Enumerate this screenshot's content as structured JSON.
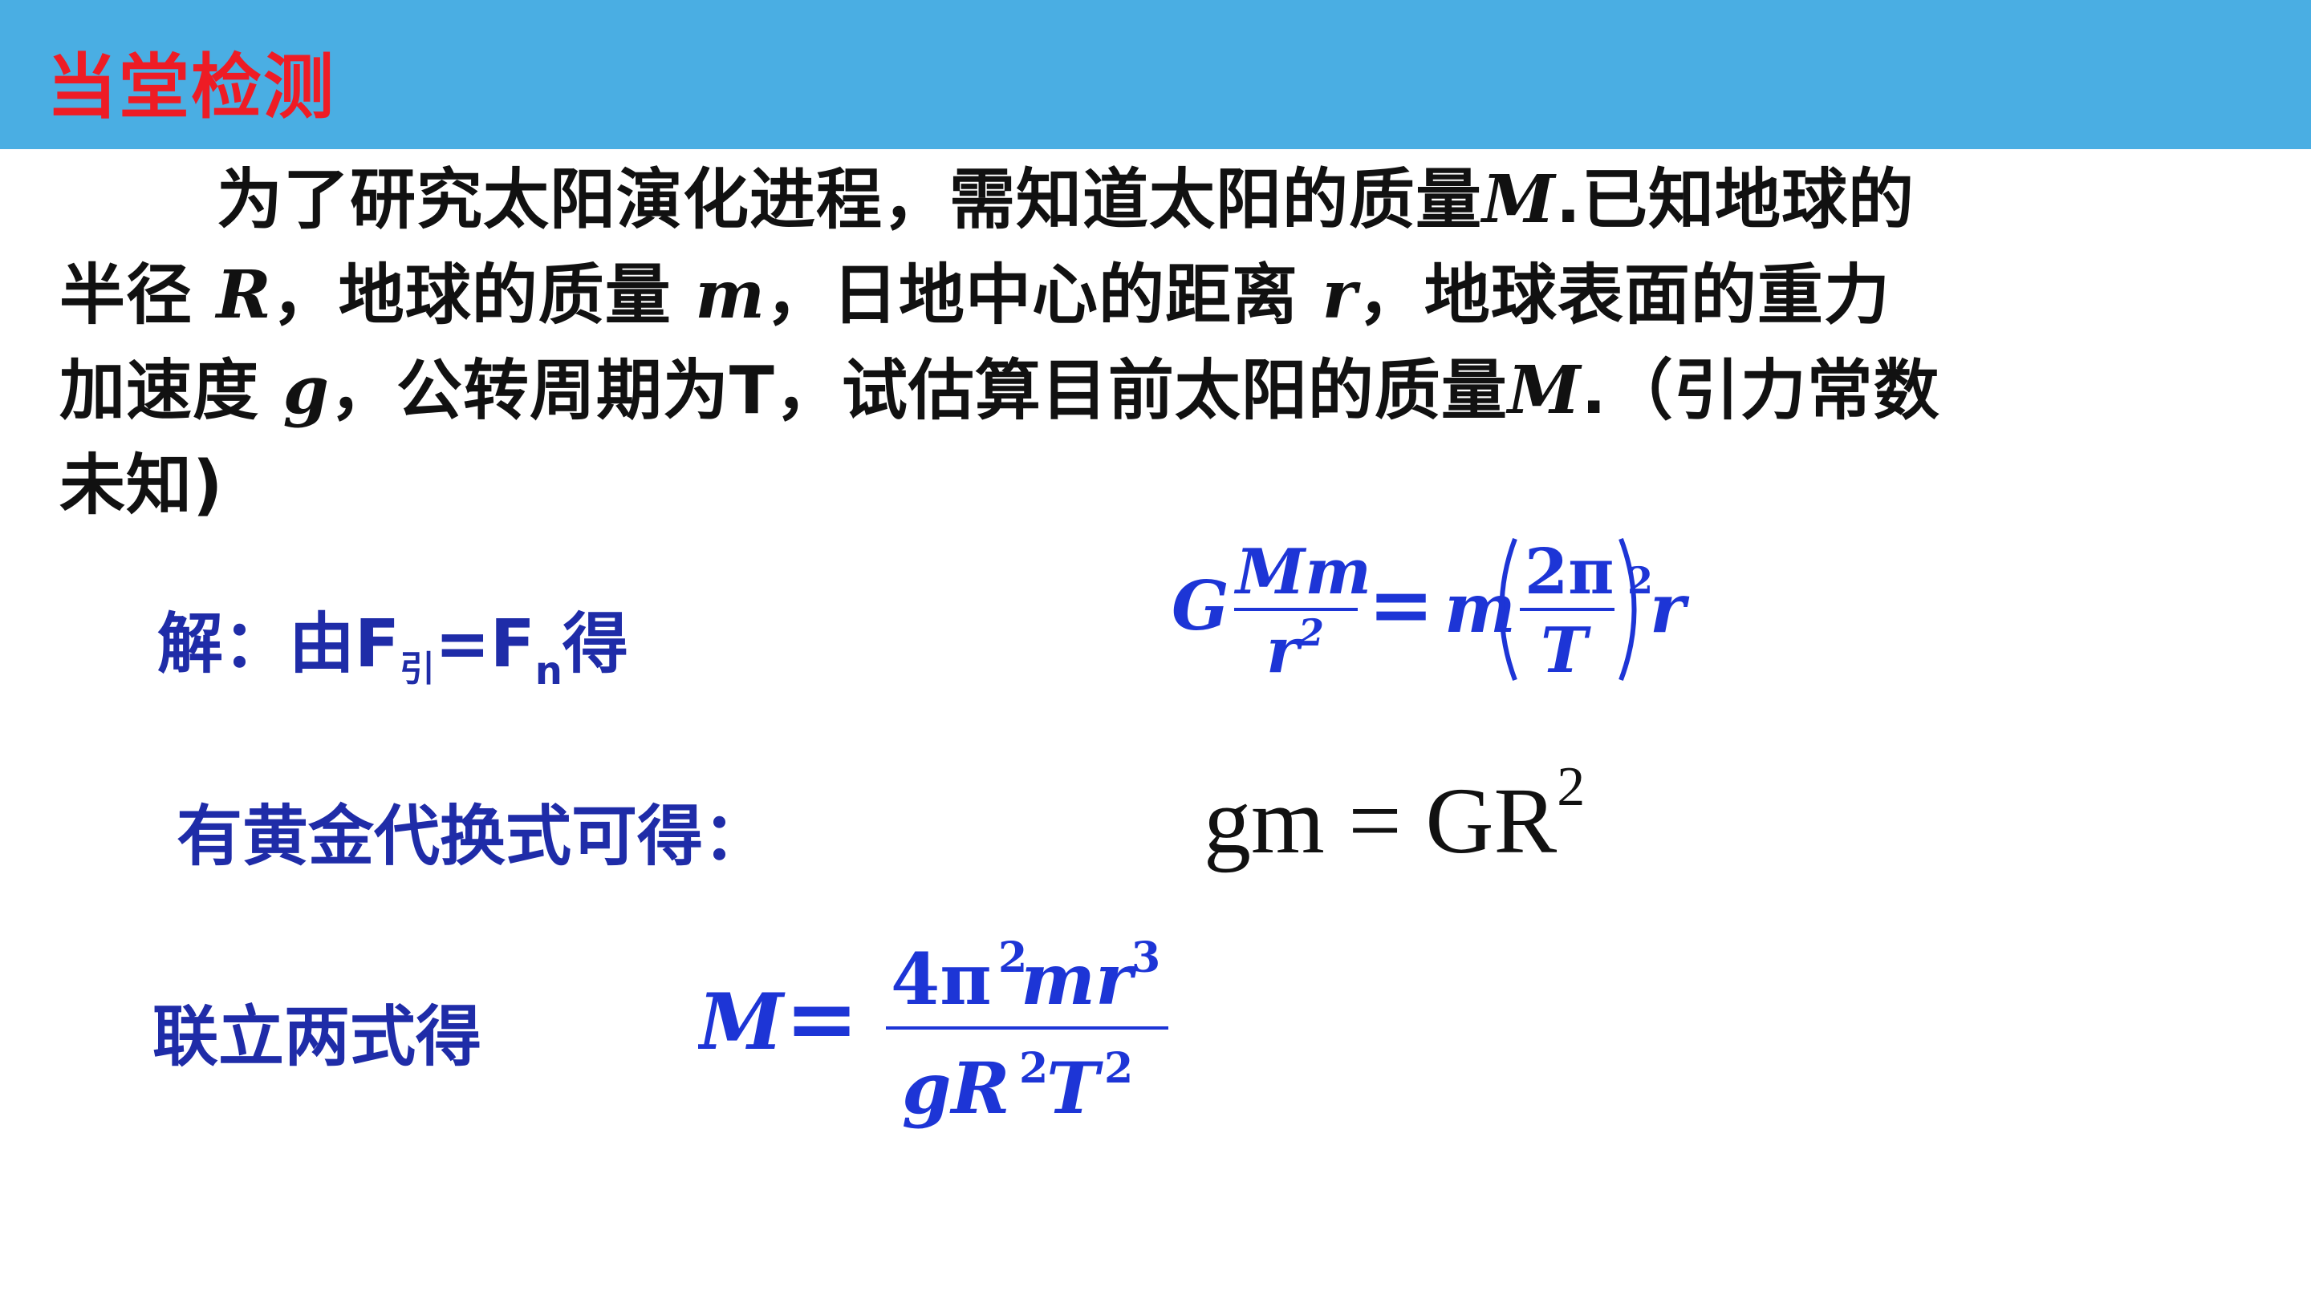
{
  "header": {
    "title": "当堂检测",
    "bar_color": "#4aaee3",
    "title_color": "#ee1c25"
  },
  "problem": {
    "line1_a": "为了研究太阳演化进程，需知道太阳的质量",
    "line1_var": "M",
    "line1_b": ".已知地球的",
    "line2_a": "半径 ",
    "line2_var1": "R",
    "line2_b": "，地球的质量 ",
    "line2_var2": "m",
    "line2_c": "，日地中心的距离 ",
    "line2_var3": "r",
    "line2_d": "，地球表面的重力",
    "line3_a": "加速度 ",
    "line3_var1": "g",
    "line3_b": "，公转周期为T，试估算目前太阳的质量",
    "line3_var2": "M",
    "line3_c": ".（引力常数",
    "line4": "未知)"
  },
  "solution": {
    "step1_a": "解：由F",
    "step1_sub": "引",
    "step1_b": "=F",
    "step1_sub2": "n",
    "step1_c": "得",
    "step2": "有黄金代换式可得：",
    "step3": "联立两式得",
    "text_color": "#1f2ca8"
  },
  "formulas": {
    "f1": {
      "G": "G",
      "num": "Mm",
      "den_r": "r",
      "den_exp": "2",
      "eq": "=",
      "m": "m",
      "two_pi": "2π",
      "T": "T",
      "outer_exp": "2",
      "r": "r"
    },
    "f2": {
      "lhs": "gm = GR",
      "exp": "2"
    },
    "f3": {
      "M": "M",
      "eq": "=",
      "num_4pi": "4π",
      "num_exp1": "2",
      "num_mr": "mr",
      "num_exp2": "3",
      "den_gR": "gR",
      "den_exp1": "2",
      "den_T": "T",
      "den_exp2": "2"
    },
    "color": "#1d35d6"
  }
}
